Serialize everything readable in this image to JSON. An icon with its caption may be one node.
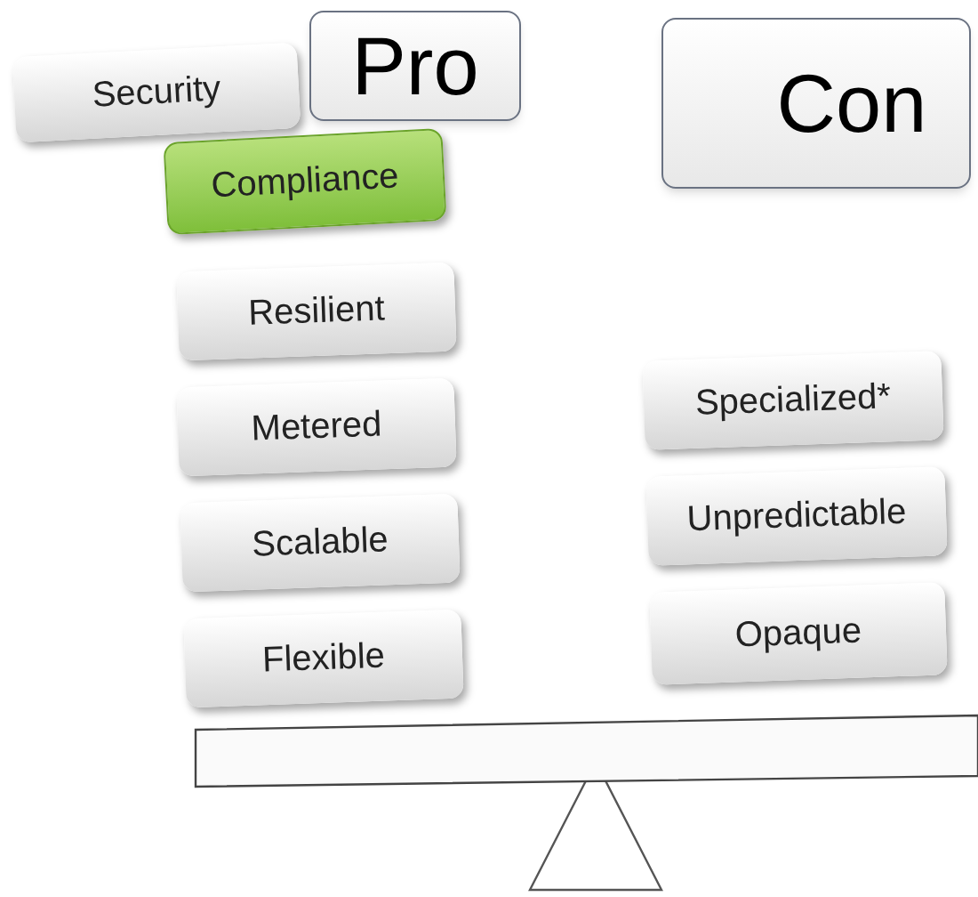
{
  "diagram": {
    "nodes": [
      {
        "text": [
          "Pro"
        ]
      },
      {
        "text": [
          "Con"
        ]
      },
      {
        "text": [
          "Security"
        ]
      },
      {
        "text": [
          "Compliance"
        ]
      },
      {
        "text": [
          "Resilient"
        ]
      },
      {
        "text": [
          "Metered"
        ]
      },
      {
        "text": [
          "Scalable"
        ]
      },
      {
        "text": [
          "Flexible"
        ]
      },
      {
        "text": [
          "Specialized*"
        ]
      },
      {
        "text": [
          "Unpredictable"
        ]
      },
      {
        "text": [
          "Opaque"
        ]
      }
    ]
  }
}
